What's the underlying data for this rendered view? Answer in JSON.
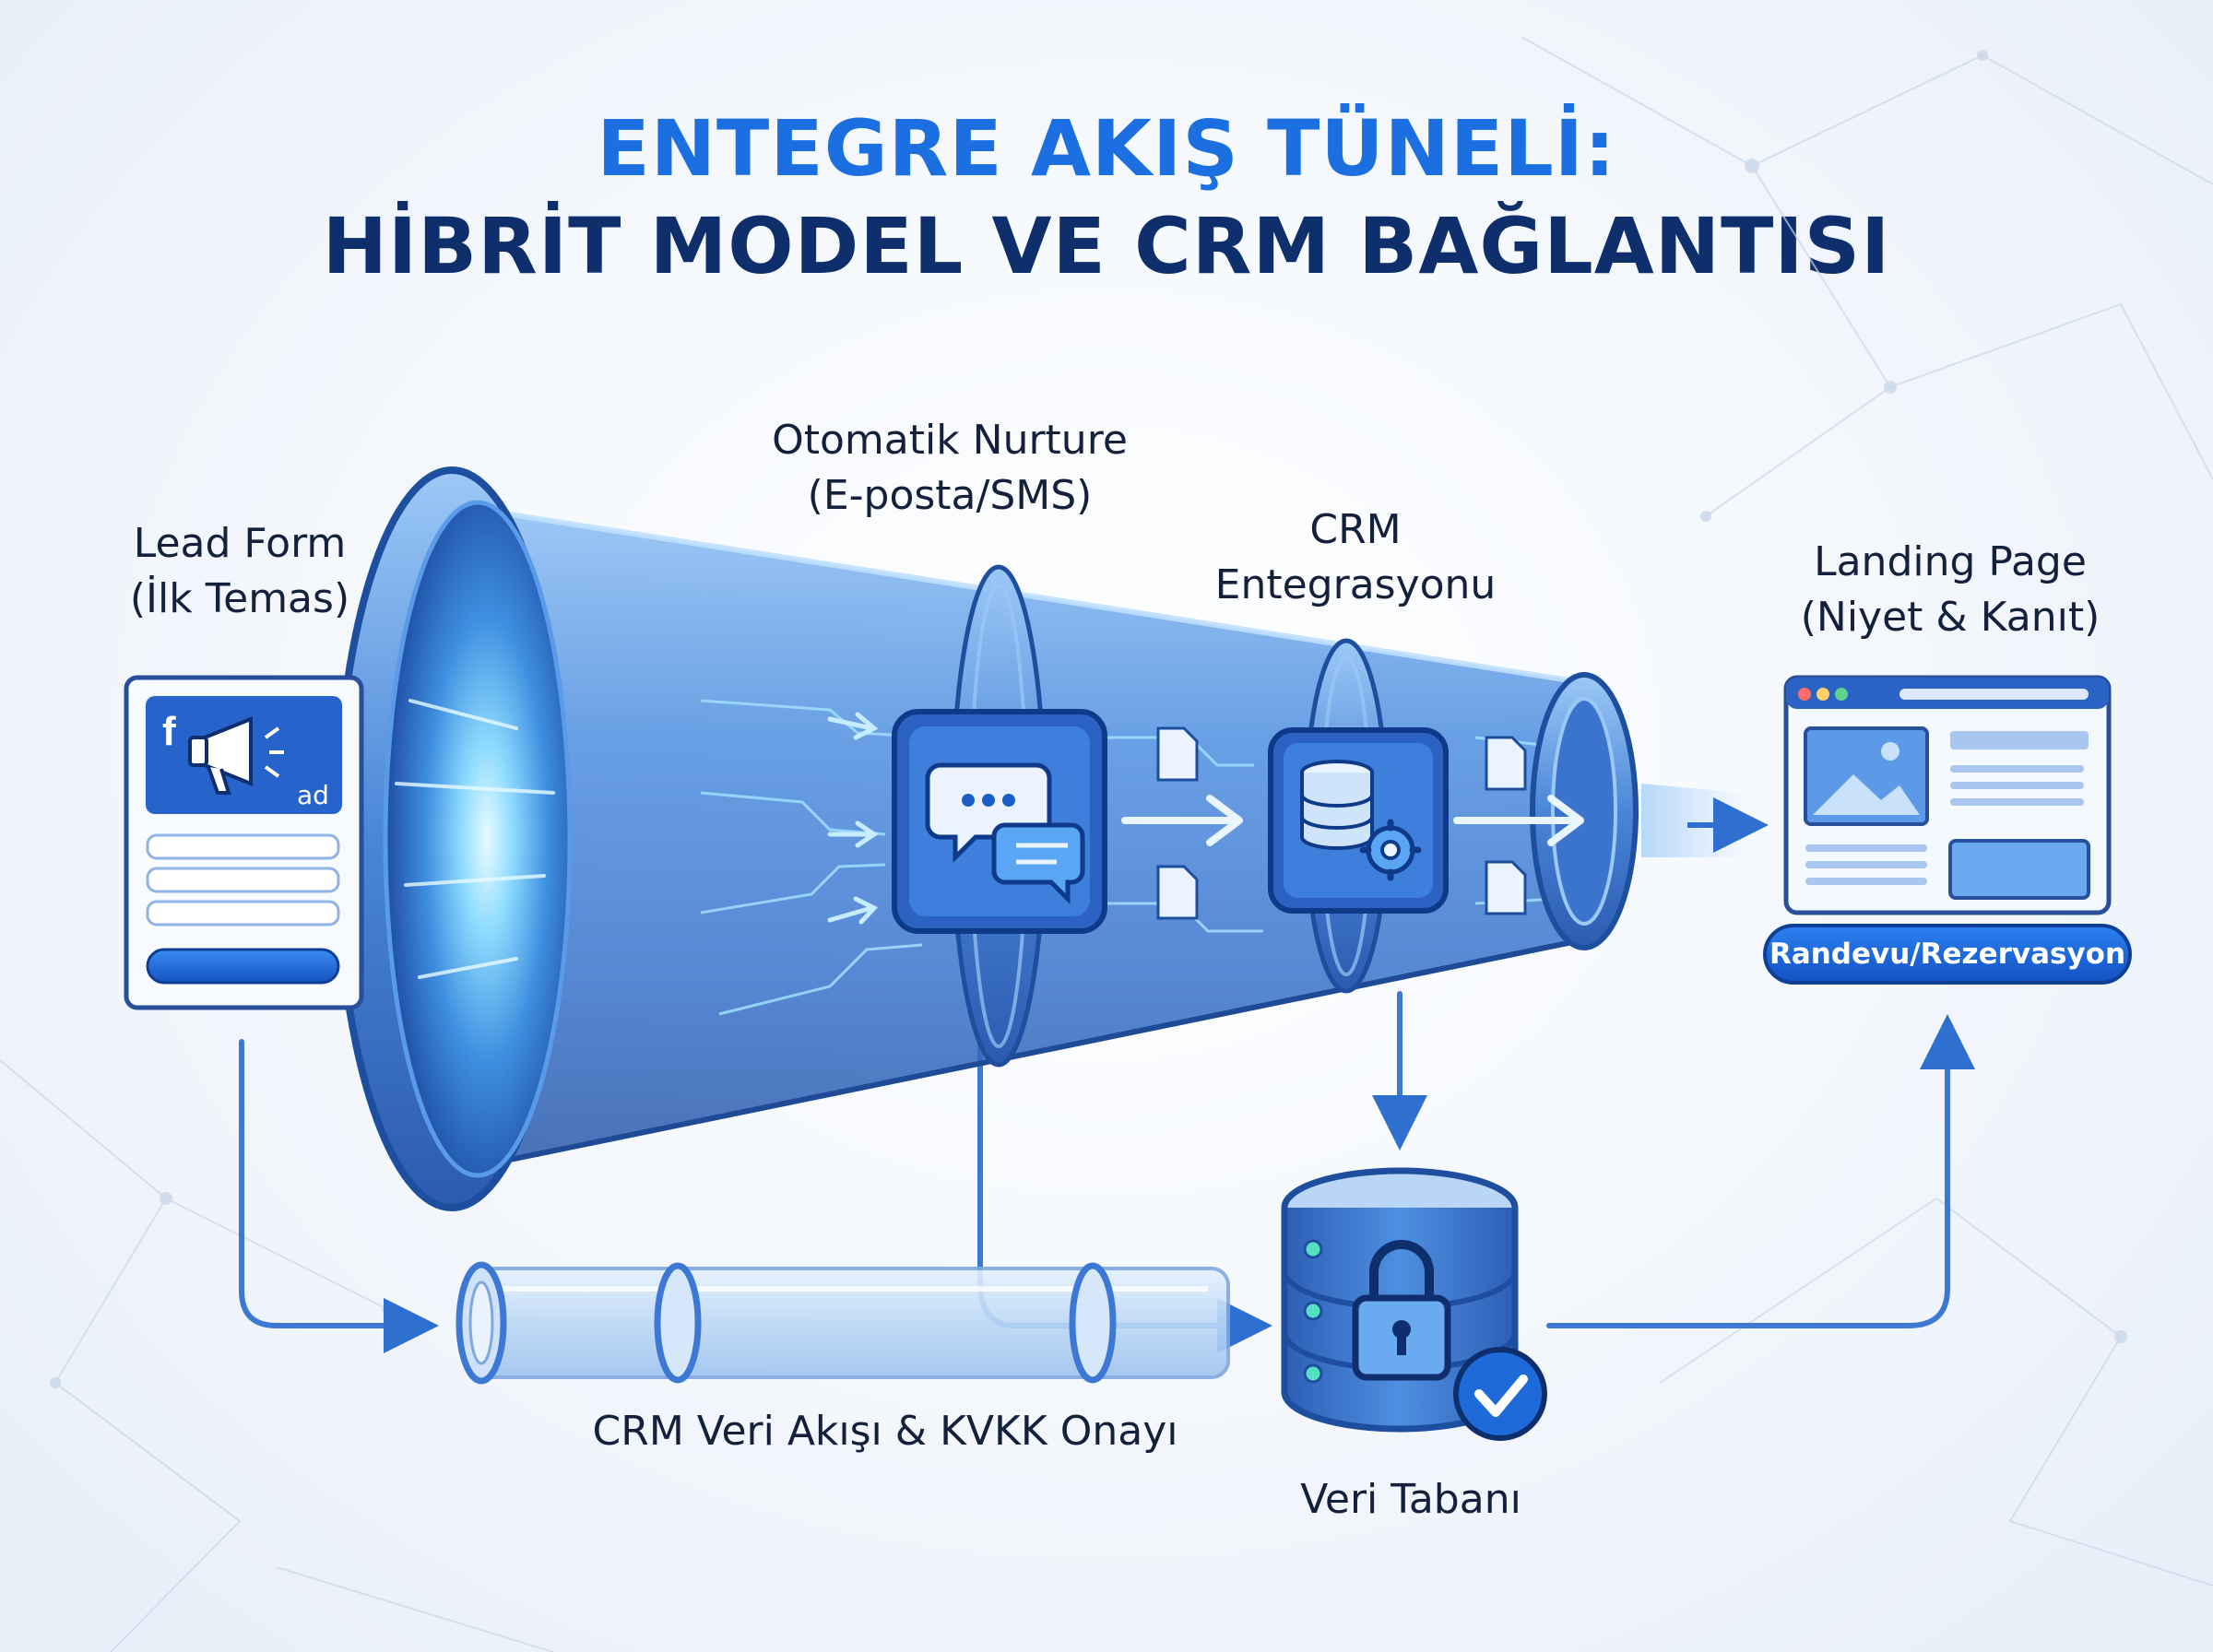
{
  "title": {
    "line1": "ENTEGRE AKIŞ TÜNELİ:",
    "line2": "HİBRİT MODEL VE CRM BAĞLANTISI"
  },
  "stages": {
    "lead_form": {
      "line1": "Lead Form",
      "line2": "(İlk Temas)",
      "badge": "ad",
      "logo": "f"
    },
    "nurture": {
      "line1": "Otomatik Nurture",
      "line2": "(E-posta/SMS)"
    },
    "crm": {
      "line1": "CRM",
      "line2": "Entegrasyonu"
    },
    "landing": {
      "line1": "Landing Page",
      "line2": "(Niyet & Kanıt)",
      "cta": "Randevu/Rezervasyon"
    },
    "data_flow": {
      "label": "CRM Veri Akışı & KVKK Onayı"
    },
    "database": {
      "label": "Veri Tabanı"
    }
  },
  "icons": {
    "lead_form": "megaphone-icon",
    "nurture": "chat-bubbles-icon",
    "crm": "database-gear-icon",
    "landing": "browser-window-icon",
    "database": "lock-database-icon",
    "check": "check-circle-icon",
    "document": "document-icon"
  },
  "colors": {
    "title_accent": "#1b6fe0",
    "title_dark": "#0e2f6b",
    "tube": "#3d7fd6",
    "arrow": "#2f6fd0",
    "text": "#14213d"
  }
}
